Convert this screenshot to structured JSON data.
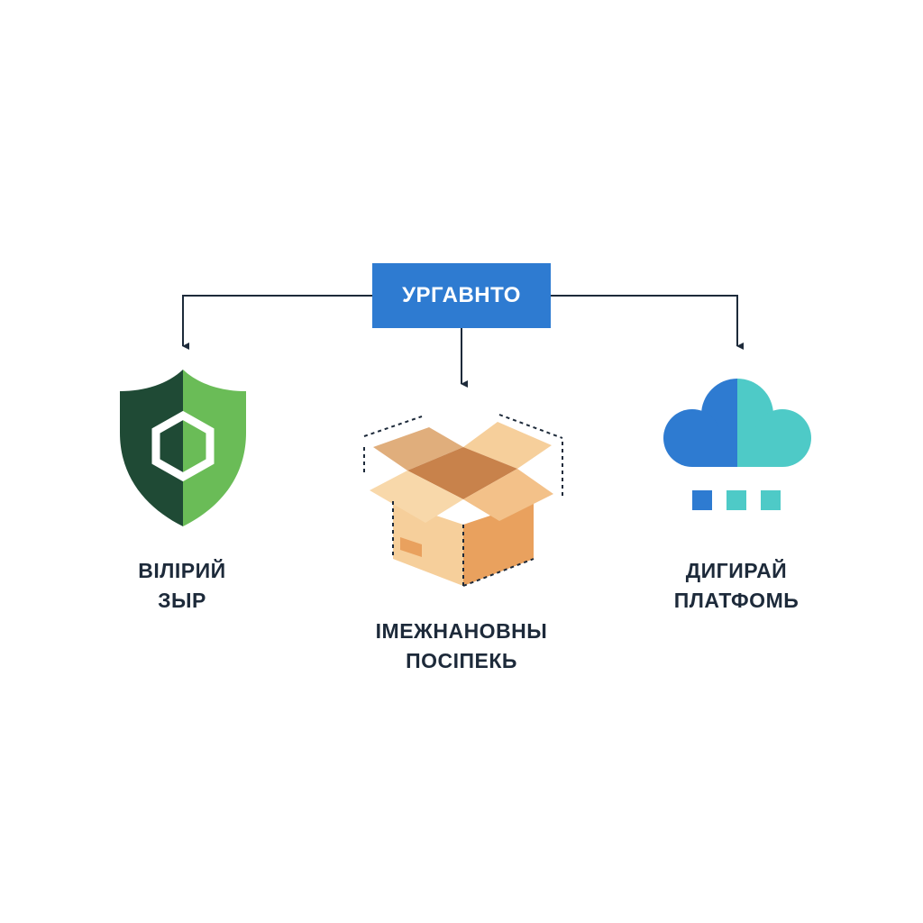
{
  "diagram": {
    "root": {
      "label": "УРГАВНТО",
      "color": "#2e7bd1"
    },
    "nodes": [
      {
        "label_line1": "ВІЛІРИЙ",
        "label_line2": "ЗЫР",
        "icon": "shield-icon",
        "colors": [
          "#1f4a35",
          "#6abc57"
        ]
      },
      {
        "label_line1": "ІМЕЖНАНОВНЫ",
        "label_line2": "ПОСІПЕКЬ",
        "icon": "box-icon",
        "colors": [
          "#f6cf9b",
          "#e9a15e",
          "#c8824b"
        ]
      },
      {
        "label_line1": "ДИГИРАЙ",
        "label_line2": "ПЛАТФОМЬ",
        "icon": "cloud-icon",
        "colors": [
          "#2e7bd1",
          "#4ecac7"
        ]
      }
    ],
    "connector_color": "#1d2a3a"
  }
}
